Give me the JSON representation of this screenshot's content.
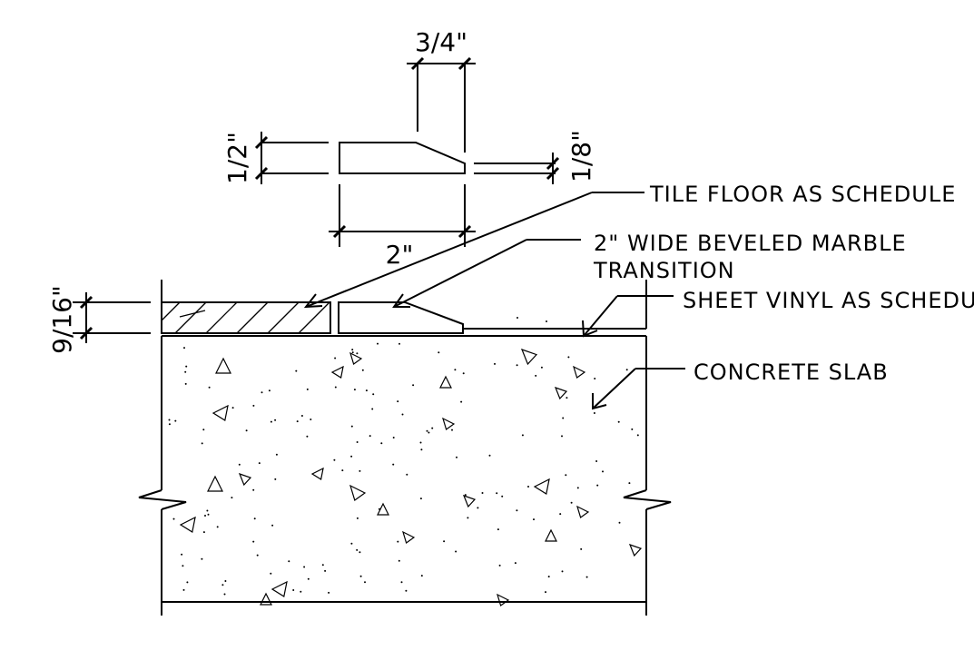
{
  "dimensions": {
    "bevel_width": "3/4\"",
    "height": "1/2\"",
    "bevel_height": "1/8\"",
    "width": "2\"",
    "total_height": "9/16\""
  },
  "labels": {
    "tile": "TILE FLOOR AS SCHEDULE",
    "marble_line1": "2\" WIDE BEVELED MARBLE",
    "marble_line2": "TRANSITION",
    "vinyl": "SHEET VINYL AS SCHEDULE",
    "slab": "CONCRETE SLAB"
  }
}
